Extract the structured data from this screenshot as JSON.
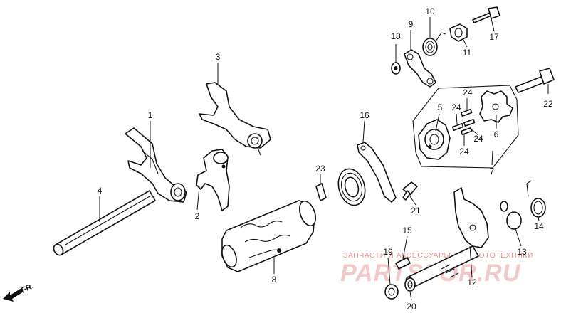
{
  "callouts": [
    {
      "key": "p1",
      "label": "1"
    },
    {
      "key": "p2",
      "label": "2"
    },
    {
      "key": "p3",
      "label": "3"
    },
    {
      "key": "p4",
      "label": "4"
    },
    {
      "key": "p5",
      "label": "5"
    },
    {
      "key": "p6",
      "label": "6"
    },
    {
      "key": "p7",
      "label": "7"
    },
    {
      "key": "p8",
      "label": "8"
    },
    {
      "key": "p9",
      "label": "9"
    },
    {
      "key": "p10",
      "label": "10"
    },
    {
      "key": "p11",
      "label": "11"
    },
    {
      "key": "p12",
      "label": "12"
    },
    {
      "key": "p13",
      "label": "13"
    },
    {
      "key": "p14",
      "label": "14"
    },
    {
      "key": "p15",
      "label": "15"
    },
    {
      "key": "p16",
      "label": "16"
    },
    {
      "key": "p17",
      "label": "17"
    },
    {
      "key": "p18",
      "label": "18"
    },
    {
      "key": "p19",
      "label": "19"
    },
    {
      "key": "p20",
      "label": "20"
    },
    {
      "key": "p21",
      "label": "21"
    },
    {
      "key": "p22",
      "label": "22"
    },
    {
      "key": "p23",
      "label": "23"
    },
    {
      "key": "p24a",
      "label": "24"
    },
    {
      "key": "p24b",
      "label": "24"
    },
    {
      "key": "p24c",
      "label": "24"
    },
    {
      "key": "p24d",
      "label": "24"
    }
  ],
  "direction_marker": "FR.",
  "watermark": {
    "top_text": "ЗАПЧАСТИ И АКСЕССУАРЫ ДЛЯ МОТОТЕХНИКИ",
    "logo_text": "PARTSFOR.RU"
  }
}
